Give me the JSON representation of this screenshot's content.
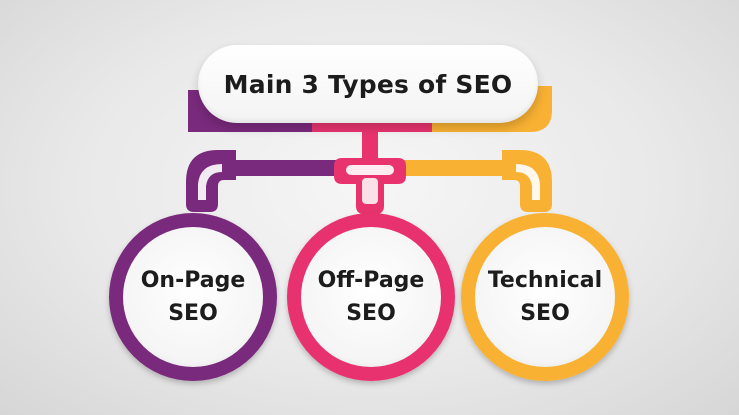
{
  "title": "Main 3 Types of SEO",
  "colors": {
    "purple": "#7a2a7c",
    "pink": "#e8336f",
    "orange": "#f8b133",
    "text": "#1c1c1c"
  },
  "nodes": [
    {
      "line1": "On-Page",
      "line2": "SEO",
      "color": "#7a2a7c"
    },
    {
      "line1": "Off-Page",
      "line2": "SEO",
      "color": "#e8336f"
    },
    {
      "line1": "Technical",
      "line2": "SEO",
      "color": "#f8b133"
    }
  ]
}
